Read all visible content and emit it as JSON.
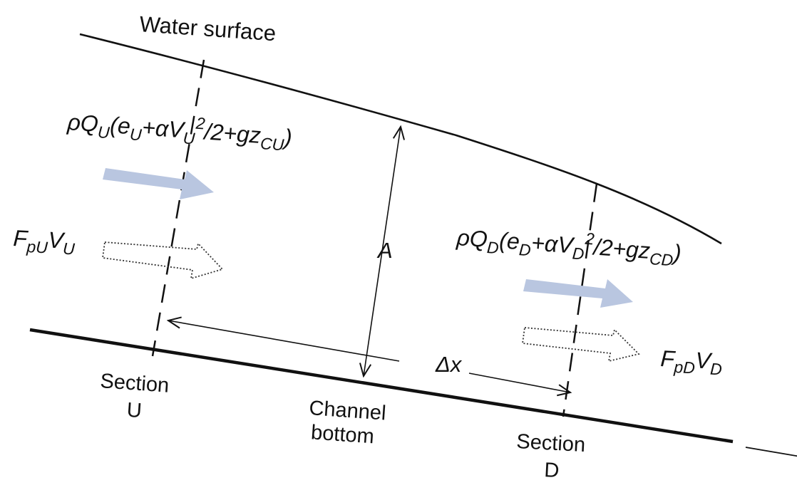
{
  "labels": {
    "water_surface": "Water surface",
    "area": "A",
    "delta_x": "Δx",
    "section_u": {
      "line1": "Section",
      "line2": "U"
    },
    "section_d": {
      "line1": "Section",
      "line2": "D"
    },
    "channel_bottom": {
      "line1": "Channel",
      "line2": "bottom"
    }
  },
  "upstream_energy_flux": {
    "rho_q": "ρQ",
    "q_sub": "U",
    "open": "(e",
    "e_sub": "U",
    "plus_alpha_v": "+αV",
    "v_sub": "U",
    "v_sup": "2",
    "tail": "/2+gz",
    "z_sub": "CU",
    "close": ")"
  },
  "downstream_energy_flux": {
    "rho_q": "ρQ",
    "q_sub": "D",
    "open": "(e",
    "e_sub": "D",
    "plus_alpha_v": "+αV",
    "v_sub": "D",
    "v_sup": "2",
    "tail": "/2+gz",
    "z_sub": "CD",
    "close": ")"
  },
  "upstream_pressure_work": {
    "f": "F",
    "f_sub": "pU",
    "v": "V",
    "v_sub": "U"
  },
  "downstream_pressure_work": {
    "f": "F",
    "f_sub": "pD",
    "v": "V",
    "v_sub": "D"
  },
  "colors": {
    "line": "#111111",
    "energy_arrow": "#b9c6e0",
    "pressure_arrow_outline": "#333333"
  },
  "icons": {
    "energy_flux": "solid-filled-arrow",
    "pressure_work": "dotted-outline-arrow",
    "flow_direction": "long-arrow-right"
  }
}
